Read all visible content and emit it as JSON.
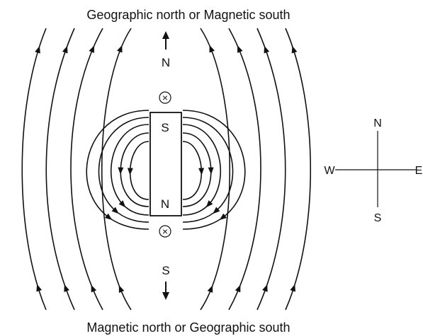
{
  "captions": {
    "top": "Geographic north or Magnetic south",
    "bottom": "Magnetic north or Geographic south"
  },
  "arrows": {
    "north_label": "N",
    "south_label": "S"
  },
  "magnet": {
    "top_pole": "S",
    "bottom_pole": "N",
    "null_point_symbol": "×"
  },
  "compass": {
    "n": "N",
    "s": "S",
    "e": "E",
    "w": "W"
  }
}
